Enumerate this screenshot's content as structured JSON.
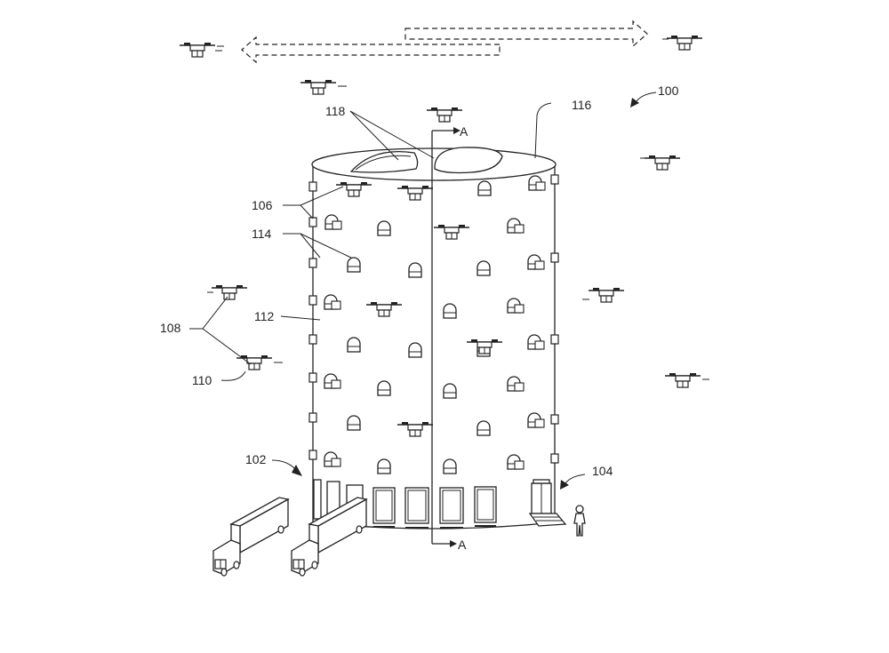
{
  "labels": {
    "ref_100": "100",
    "ref_102": "102",
    "ref_104": "104",
    "ref_106": "106",
    "ref_108": "108",
    "ref_110": "110",
    "ref_112": "112",
    "ref_114": "114",
    "ref_116": "116",
    "ref_118": "118",
    "section_top": "A",
    "section_bottom": "A"
  },
  "icons": {
    "drone": "drone-icon",
    "truck": "truck-icon",
    "person": "person-icon",
    "arrow": "arrow-icon"
  }
}
